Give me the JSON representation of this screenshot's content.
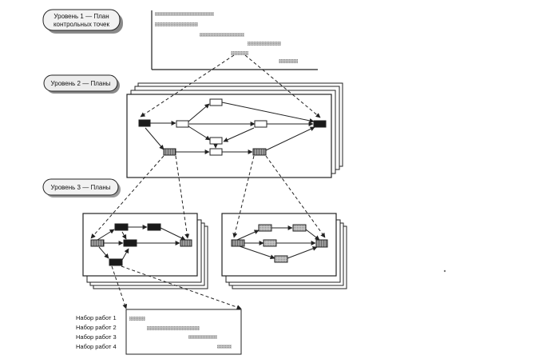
{
  "level_labels": {
    "level1_line1": "Уровень 1 — План",
    "level1_line2": "контрольных точек",
    "level2": "Уровень 2 — Планы",
    "level3": "Уровень 3 — Планы"
  },
  "work_sets": [
    "Набор работ 1",
    "Набор работ 2",
    "Набор работ 3",
    "Набор работ 4"
  ],
  "colors": {
    "ink": "#222222",
    "bar_gray": "#b8b8b8",
    "node_dark": "#1a1a1a",
    "node_hatched": "#7a7a7a",
    "bubble_fill": "#f2f2f2",
    "shadow": "#9a9a9a"
  }
}
